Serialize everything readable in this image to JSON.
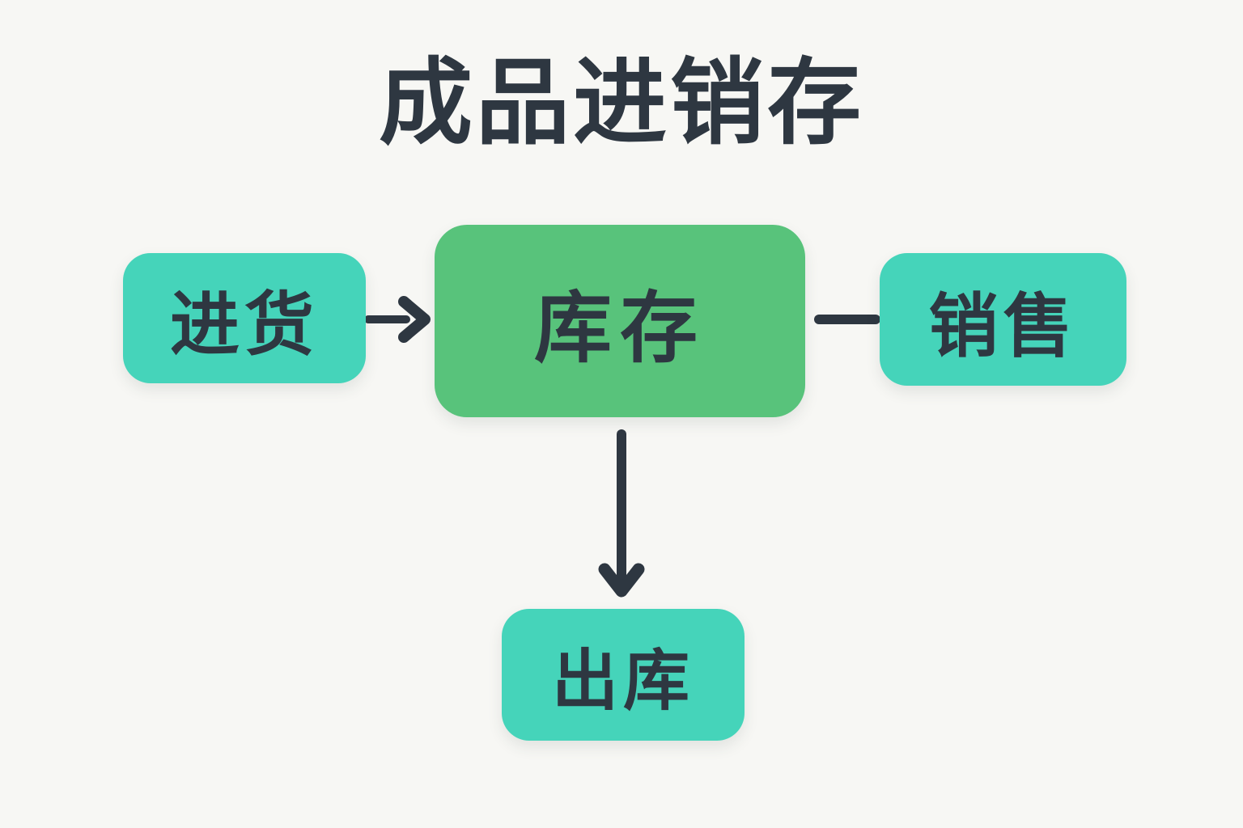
{
  "title": "成品进销存",
  "nodes": {
    "purchase": {
      "label": "进货"
    },
    "inventory": {
      "label": "库存"
    },
    "sales": {
      "label": "销售"
    },
    "outbound": {
      "label": "出库"
    }
  },
  "connections": [
    {
      "from": "purchase",
      "to": "inventory",
      "type": "arrow"
    },
    {
      "from": "inventory",
      "to": "sales",
      "type": "line"
    },
    {
      "from": "inventory",
      "to": "outbound",
      "type": "arrow"
    }
  ],
  "colors": {
    "background": "#f7f7f4",
    "teal": "#45d4ba",
    "green": "#58c37b",
    "ink": "#2e3741"
  }
}
